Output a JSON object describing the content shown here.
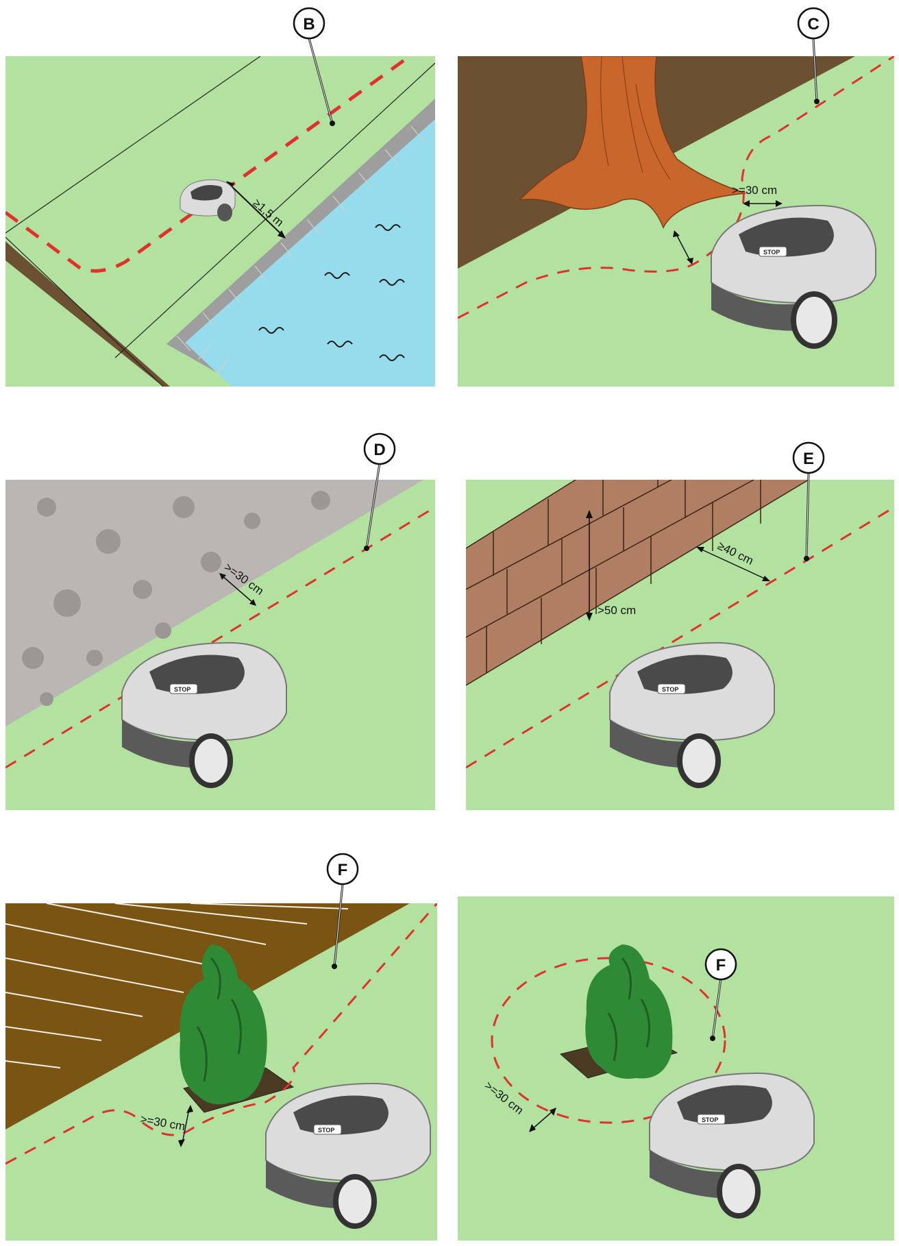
{
  "colors": {
    "lawn": "#b3e2a0",
    "boundary_wire": "#e0312c",
    "soil": "#6b5132",
    "water": "#96dcec",
    "paving": "#9e9e9e",
    "bark": "#c9662c",
    "brick": "#b07f63",
    "decking": "#7a5413",
    "gravel": "#b9b6b4",
    "shrub": "#2f8a36",
    "mower_body": "#dcdcdc",
    "mower_dark": "#5a5a5a"
  },
  "panels": [
    {
      "callout": "B",
      "distance": "≥1,5 m"
    },
    {
      "callout": "C",
      "distance": ">=30 cm"
    },
    {
      "callout": "D",
      "distance": ">=30 cm"
    },
    {
      "callout": "E",
      "distance": "≥40 cm",
      "height": ">50 cm"
    },
    {
      "callout": "F",
      "distance": ">=30 cm"
    },
    {
      "callout": "F",
      "distance": ">=30 cm"
    }
  ],
  "mower": {
    "button_label": "STOP",
    "icon": "robotic-mower-icon"
  }
}
